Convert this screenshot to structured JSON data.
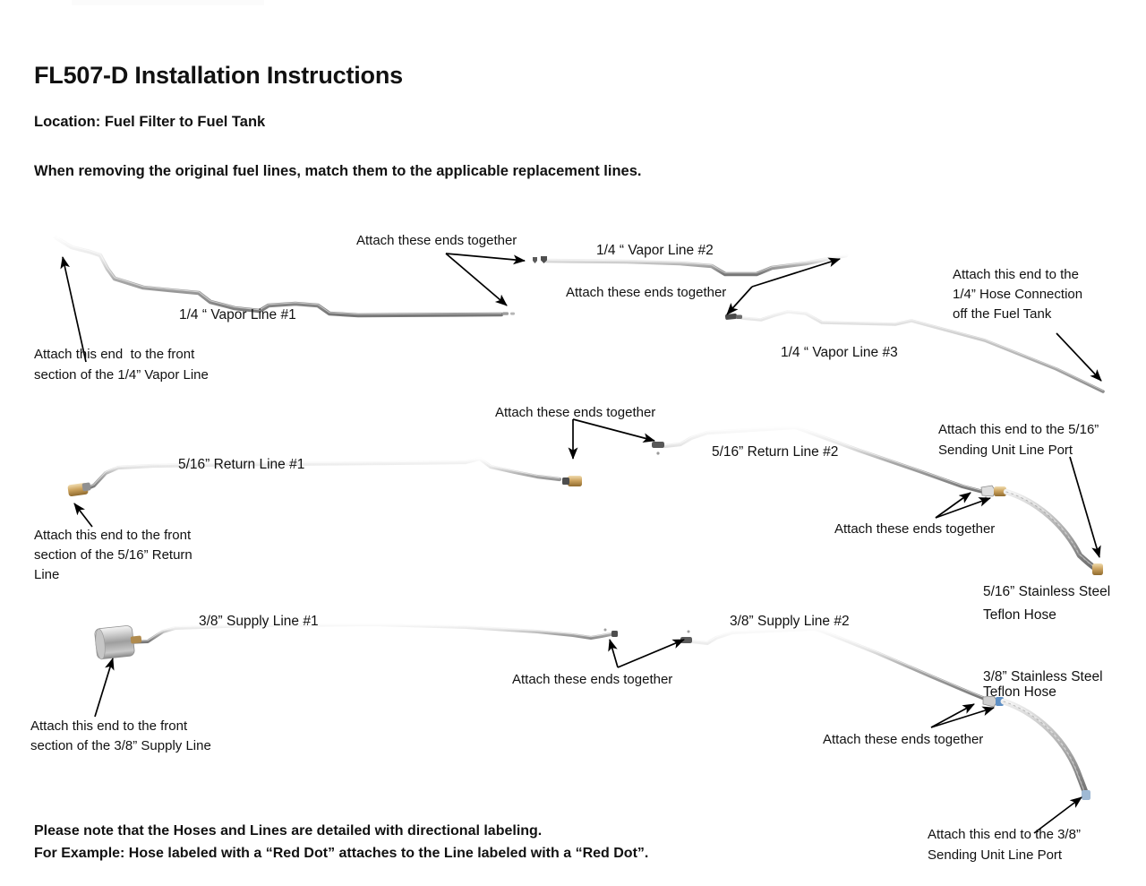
{
  "document": {
    "title": "FL507-D Installation Instructions",
    "location": "Location: Fuel Filter to Fuel Tank",
    "instruction": "When removing the original fuel lines, match them to the applicable replacement lines.",
    "footer_note_line1": "Please note that the Hoses and Lines are detailed with directional labeling.",
    "footer_note_line2": "For Example: Hose labeled with a “Red Dot” attaches to the Line labeled with a “Red Dot”."
  },
  "labels": {
    "vapor_line_1": "1/4 “ Vapor Line #1",
    "vapor_line_2": "1/4 “ Vapor Line #2",
    "vapor_line_3": "1/4 “ Vapor Line #3",
    "return_line_1": "5/16” Return Line #1",
    "return_line_2": "5/16” Return Line #2",
    "supply_line_1": "3/8” Supply Line #1",
    "supply_line_2": "3/8” Supply Line #2",
    "hose_516_l1": "5/16” Stainless Steel",
    "hose_516_l2": "Teflon Hose",
    "hose_38_l1": "3/8” Stainless Steel",
    "hose_38_l2": "Teflon Hose"
  },
  "callouts": {
    "vapor1_start_l1": "Attach this end  to the front",
    "vapor1_start_l2": "section of the 1/4” Vapor Line",
    "attach_ends_1": "Attach these ends together",
    "attach_ends_2": "Attach these ends together",
    "vapor3_tank_l1": "Attach this end to the",
    "vapor3_tank_l2": "1/4” Hose Connection",
    "vapor3_tank_l3": "off the Fuel Tank",
    "attach_ends_3": "Attach these ends together",
    "return1_start_l1": "Attach this end to the front",
    "return1_start_l2": "section of the 5/16” Return",
    "return1_start_l3": "Line",
    "sending_516_l1": "Attach this end to the 5/16”",
    "sending_516_l2": "Sending Unit Line Port",
    "attach_ends_4": "Attach these ends together",
    "supply1_start_l1": "Attach this end to the front",
    "supply1_start_l2": "section of the 3/8” Supply Line",
    "attach_ends_5": "Attach these ends together",
    "attach_ends_6": "Attach these ends together",
    "sending_38_l1": "Attach this end to the 3/8”",
    "sending_38_l2": "Sending Unit Line Port"
  },
  "colors": {
    "text": "#111111",
    "tube_light": "#cfcfcf",
    "tube_mid": "#9a9a9a",
    "tube_dark": "#6f6f6f",
    "brass": "#c49a5a",
    "brass_light": "#e2c18a",
    "fitting_dark": "#4a4a4a",
    "canister": "#b9b9b9",
    "arrow": "#000000",
    "blue_marker": "#5e8fc4"
  },
  "diagram": {
    "parts": [
      {
        "id": "vapor-line-1",
        "kind": "tube",
        "label": "1/4 “ Vapor Line #1"
      },
      {
        "id": "vapor-line-2",
        "kind": "tube",
        "label": "1/4 “ Vapor Line #2"
      },
      {
        "id": "vapor-line-3",
        "kind": "tube",
        "label": "1/4 “ Vapor Line #3"
      },
      {
        "id": "return-line-1",
        "kind": "tube",
        "label": "5/16” Return Line #1"
      },
      {
        "id": "return-line-2",
        "kind": "tube",
        "label": "5/16” Return Line #2"
      },
      {
        "id": "supply-line-1",
        "kind": "tube",
        "label": "3/8” Supply Line #1"
      },
      {
        "id": "supply-line-2",
        "kind": "tube",
        "label": "3/8” Supply Line #2"
      },
      {
        "id": "teflon-hose-516",
        "kind": "braided-hose",
        "label": "5/16” Stainless Steel Teflon Hose"
      },
      {
        "id": "teflon-hose-38",
        "kind": "braided-hose",
        "label": "3/8” Stainless Steel Teflon Hose"
      }
    ]
  }
}
